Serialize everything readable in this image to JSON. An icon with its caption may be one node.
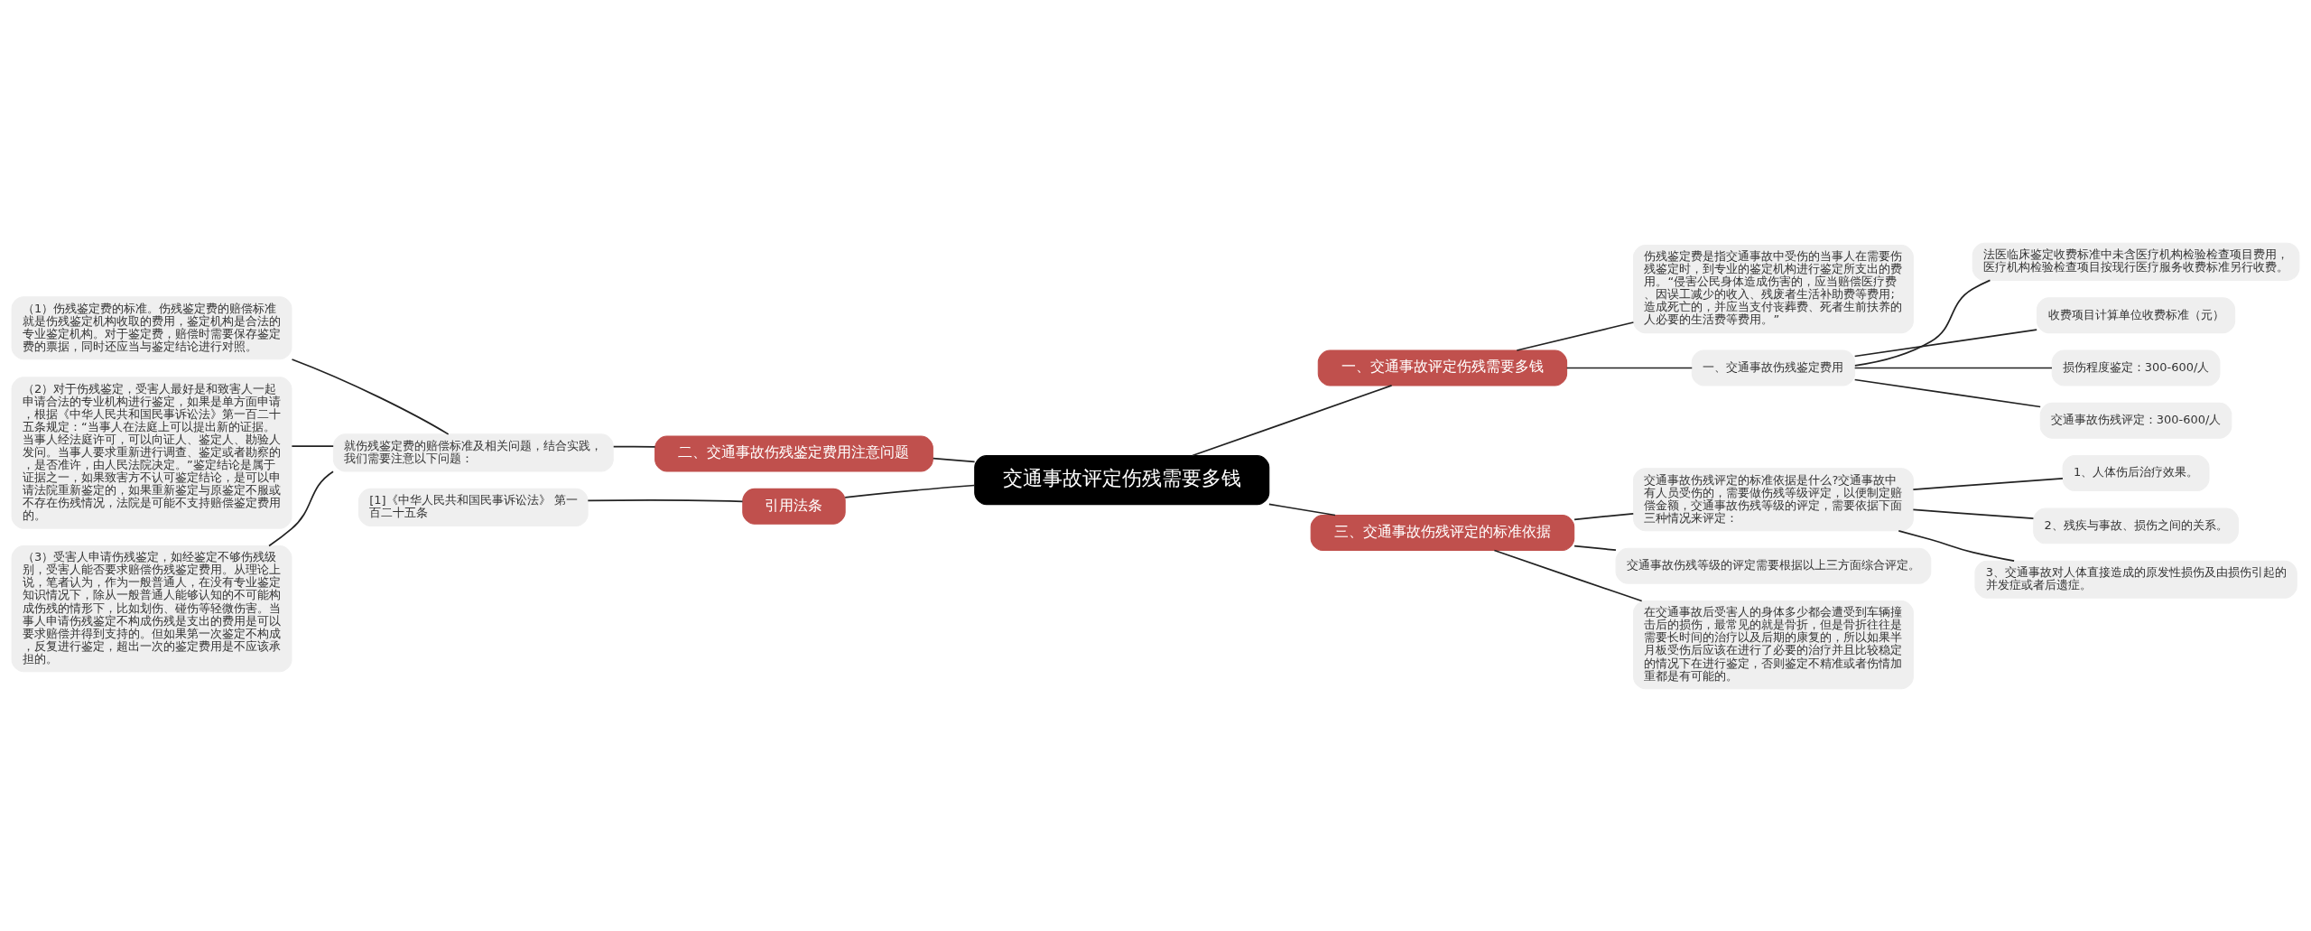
{
  "diagram": {
    "nodes": [
      {
        "text": [
          "交通事故评定伤残需要多钱"
        ]
      },
      {
        "text": [
          "一、交通事故评定伤残需要多钱"
        ]
      },
      {
        "text": [
          "伤残鉴定费是指交通事故中受伤的当事人在需要伤残鉴定时，到专业的鉴定机构进行鉴定所支出的费用。“侵害公民身体造成伤害的，应当赔偿医疗费、因误工减少的收入、残废者生活补助费等费用;造成死亡的，并应当支付丧葬费、死者生前扶养的人必要的生活费等费用。”"
        ]
      },
      {
        "text": [
          "一、交通事故伤残鉴定费用"
        ]
      },
      {
        "text": [
          "法医临床鉴定收费标准中未含医疗机构检验检查项目费用，医疗机构检验检查项目按现行医疗服务收费标准另行收费。"
        ]
      },
      {
        "text": [
          "收费项目计算单位收费标准（元）"
        ]
      },
      {
        "text": [
          "损伤程度鉴定：300-600/人"
        ]
      },
      {
        "text": [
          "交通事故伤残评定：300-600/人"
        ]
      },
      {
        "text": [
          "三、交通事故伤残评定的标准依据"
        ]
      },
      {
        "text": [
          "交通事故伤残评定的标准依据是什么?交通事故中有人员受伤的，需要做伤残等级评定，以便制定赔偿金额，交通事故伤残等级的评定，需要依据下面三种情况来评定："
        ]
      },
      {
        "text": [
          "1、人体伤后治疗效果。"
        ]
      },
      {
        "text": [
          "2、残疾与事故、损伤之间的关系。"
        ]
      },
      {
        "text": [
          "3、交通事故对人体直接造成的原发性损伤及由损伤引起的并发症或者后遗症。"
        ]
      },
      {
        "text": [
          "交通事故伤残等级的评定需要根据以上三方面综合评定。"
        ]
      },
      {
        "text": [
          "在交通事故后受害人的身体多少都会遭受到车辆撞击后的损伤，最常见的就是骨折，但是骨折往往是需要长时间的治疗以及后期的康复的，所以如果半月板受伤后应该在进行了必要的治疗并且比较稳定的情况下在进行鉴定，否则鉴定不精准或者伤情加重都是有可能的。"
        ]
      },
      {
        "text": [
          "二、交通事故伤残鉴定费用注意问题"
        ]
      },
      {
        "text": [
          "就伤残鉴定费的赔偿标准及相关问题，结合实践，我们需要注意以下问题："
        ]
      },
      {
        "text": [
          "（1）伤残鉴定费的标准。伤残鉴定费的赔偿标准就是伤残鉴定机构收取的费用，鉴定机构是合法的专业鉴定机构。对于鉴定费，赔偿时需要保存鉴定费的票据，同时还应当与鉴定结论进行对照。"
        ]
      },
      {
        "text": [
          "（2）对于伤残鉴定，受害人最好是和致害人一起申请合法的专业机构进行鉴定，如果是单方面申请，根据《中华人民共和国民事诉讼法》第一百二十五条规定：“当事人在法庭上可以提出新的证据。当事人经法庭许可，可以向证人、鉴定人、勘验人发问。当事人要求重新进行调查、鉴定或者勘察的，是否准许，由人民法院决定。”鉴定结论是属于证据之一，如果致害方不认可鉴定结论，是可以申请法院重新鉴定的，如果重新鉴定与原鉴定不服或不存在伤残情况，法院是可能不支持赔偿鉴定费用的。"
        ]
      },
      {
        "text": [
          "（3）受害人申请伤残鉴定，如经鉴定不够伤残级别，受害人能否要求赔偿伤残鉴定费用。从理论上说，笔者认为，作为一般普通人，在没有专业鉴定知识情况下，除从一般普通人能够认知的不可能构成伤残的情形下，比如划伤、碰伤等轻微伤害。当事人申请伤残鉴定不构成伤残是支出的费用是可以要求赔偿并得到支持的。但如果第一次鉴定不构成，反复进行鉴定，超出一次的鉴定费用是不应该承担的。"
        ]
      },
      {
        "text": [
          "引用法条"
        ]
      },
      {
        "text": [
          "[1]《中华人民共和国民事诉讼法》 第一百二十五条"
        ]
      }
    ],
    "edges": [
      {
        "from": 0,
        "to": 1,
        "arrow": "none"
      },
      {
        "from": 1,
        "to": 2,
        "arrow": "none"
      },
      {
        "from": 1,
        "to": 3,
        "arrow": "none"
      },
      {
        "from": 3,
        "to": 4,
        "arrow": "none"
      },
      {
        "from": 3,
        "to": 5,
        "arrow": "none"
      },
      {
        "from": 3,
        "to": 6,
        "arrow": "none"
      },
      {
        "from": 3,
        "to": 7,
        "arrow": "none"
      },
      {
        "from": 0,
        "to": 8,
        "arrow": "none"
      },
      {
        "from": 8,
        "to": 9,
        "arrow": "none"
      },
      {
        "from": 9,
        "to": 10,
        "arrow": "none"
      },
      {
        "from": 9,
        "to": 11,
        "arrow": "none"
      },
      {
        "from": 9,
        "to": 12,
        "arrow": "none"
      },
      {
        "from": 8,
        "to": 13,
        "arrow": "none"
      },
      {
        "from": 8,
        "to": 14,
        "arrow": "none"
      },
      {
        "from": 0,
        "to": 15,
        "arrow": "none"
      },
      {
        "from": 15,
        "to": 16,
        "arrow": "none"
      },
      {
        "from": 16,
        "to": 17,
        "arrow": "none"
      },
      {
        "from": 16,
        "to": 18,
        "arrow": "none"
      },
      {
        "from": 16,
        "to": 19,
        "arrow": "none"
      },
      {
        "from": 0,
        "to": 20,
        "arrow": "none"
      },
      {
        "from": 20,
        "to": 21,
        "arrow": "none"
      }
    ]
  }
}
